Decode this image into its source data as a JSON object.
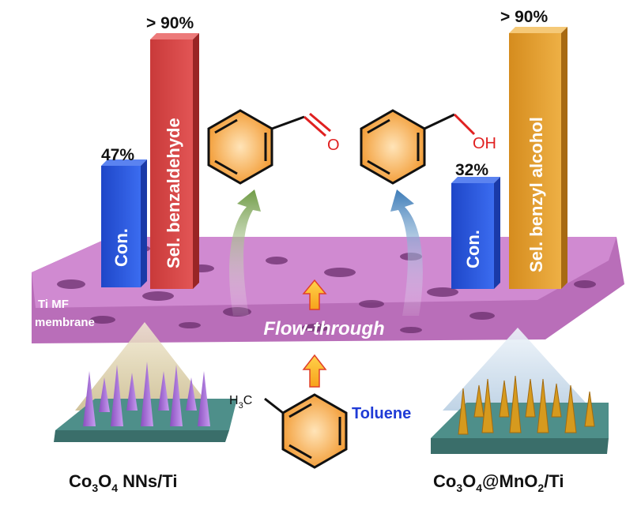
{
  "left_bars": {
    "conversion": {
      "label": "Con.",
      "value_text": "47%",
      "value": 47
    },
    "selectivity": {
      "label": "Sel. benzaldehyde",
      "value_text": "> 90%",
      "value": 90
    }
  },
  "right_bars": {
    "conversion": {
      "label": "Con.",
      "value_text": "32%",
      "value": 32
    },
    "selectivity": {
      "label": "Sel. benzyl alcohol",
      "value_text": "> 90%",
      "value": 90
    }
  },
  "membrane": {
    "label_line1": "Ti MF",
    "label_line2": "membrane",
    "flow_label": "Flow-through"
  },
  "reactant": {
    "label": "Toluene",
    "methyl_h": "H",
    "methyl_sub": "3",
    "methyl_c": "C"
  },
  "products": {
    "aldehyde_o": "O",
    "alcohol_oh": "OH"
  },
  "catalysts": {
    "left": {
      "co": "Co",
      "sub1": "3",
      "o": "O",
      "sub2": "4",
      "rest": " NNs/Ti"
    },
    "right": {
      "co": "Co",
      "sub1": "3",
      "o": "O",
      "sub2": "4",
      "mid": "@MnO",
      "sub3": "2",
      "rest": "/Ti"
    }
  },
  "colors": {
    "conversion_bar": "#2f5bd9",
    "aldehyde_bar": "#d64545",
    "alcohol_bar": "#e0a030",
    "membrane": "#c77fc8",
    "toluene_text": "#1f3bd6",
    "oxygen_text": "#e02020",
    "ring_fill": "#f6a848"
  }
}
